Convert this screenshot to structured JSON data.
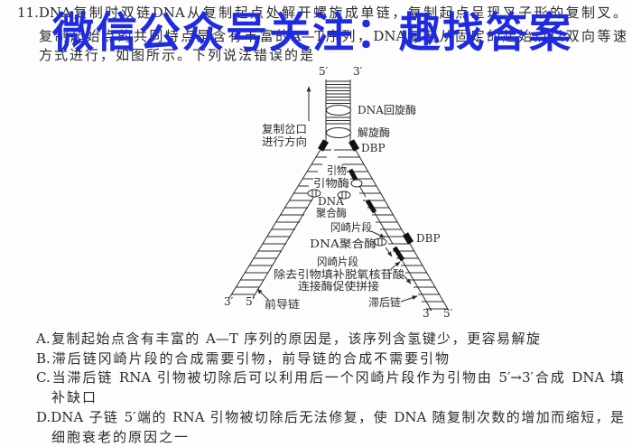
{
  "watermark": {
    "text": "微信公众号关注：趣找答案",
    "color": "#1f2be0"
  },
  "question": {
    "number": "11",
    "stem_lines": [
      "11.DNA复制时双链DNA从复制起点处解开螺旋成单链，复制起点呈现叉子形的复制叉。",
      "复制起始点的共同特点是含有丰富的A—T序列，DNA复制从固定的起始点以双向等速",
      "方式进行，如图所示。下列说法错误的是"
    ]
  },
  "diagram": {
    "labels": {
      "top_5": "5′",
      "top_3": "3′",
      "gyrase": "DNA回旋酶",
      "helicase": "解旋酶",
      "dbp_top": "DBP",
      "fork_direction_line1": "复制岔口",
      "fork_direction_line2": "进行方向",
      "primer": "引物",
      "primase": "引物酶",
      "dna_polymerase_1_line1": "DNA",
      "dna_polymerase_1_line2": "聚合酶",
      "okazaki_fragment_1": "冈崎片段",
      "dna_polymerase_2": "DNA聚合酶",
      "dbp_right": "DBP",
      "okazaki_fragment_2": "冈崎片段",
      "step_remove_primer": "除去引物填补脱氧核苷酸",
      "step_ligase": "连接酶促使拼接",
      "leading_strand": "前导链",
      "lagging_strand": "滞后链",
      "bottom_left_3": "3′",
      "bottom_left_5": "5′",
      "bottom_right_3": "3′",
      "bottom_right_5": "5′"
    }
  },
  "options": [
    {
      "key": "A",
      "lines": [
        "A.复制起始点含有丰富的 A—T 序列的原因是，该序列含氢键少，更容易解旋"
      ]
    },
    {
      "key": "B",
      "lines": [
        "B.滞后链冈崎片段的合成需要引物，前导链的合成不需要引物"
      ]
    },
    {
      "key": "C",
      "lines": [
        "C.当滞后链 RNA 引物被切除后可以利用后一个冈崎片段作为引物由 5′→3′合成 DNA 填",
        "补缺口"
      ]
    },
    {
      "key": "D",
      "lines": [
        "D.DNA 子链 5′端的 RNA 引物被切除后无法修复，使 DNA 随复制次数的增加而缩短，是",
        "细胞衰老的原因之一"
      ]
    }
  ]
}
